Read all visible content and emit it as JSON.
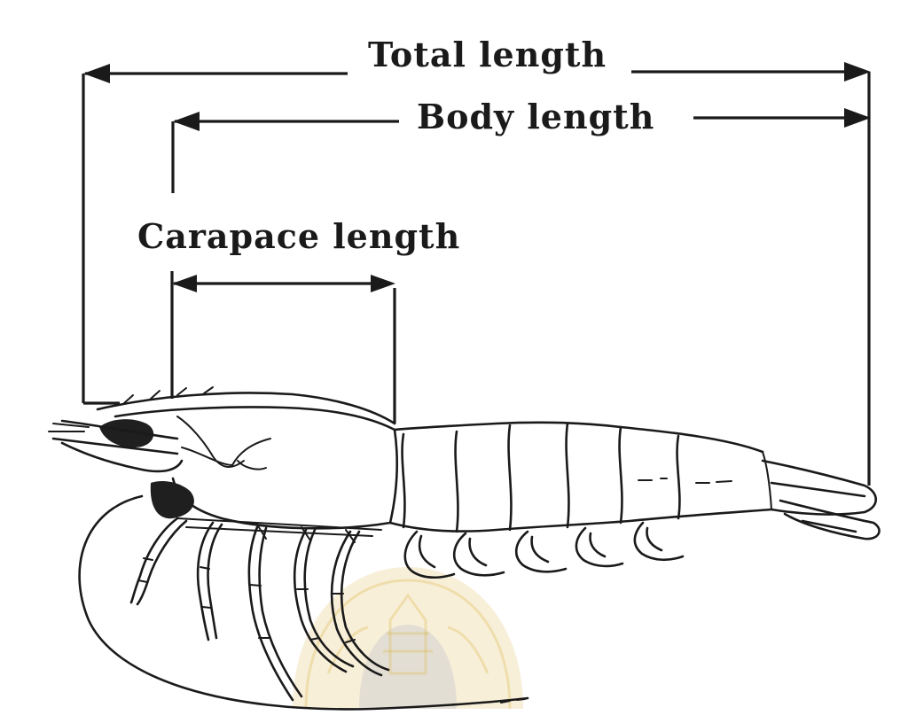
{
  "diagram": {
    "labels": {
      "total_length": "Total length",
      "body_length": "Body length",
      "carapace_length": "Carapace length"
    },
    "colors": {
      "ink": "#1a1a1a",
      "background": "#ffffff",
      "watermark_gold": "#d9b23a",
      "watermark_blue": "#6b7fb8"
    },
    "icons": {
      "watermark": "university-seal-watermark"
    }
  }
}
